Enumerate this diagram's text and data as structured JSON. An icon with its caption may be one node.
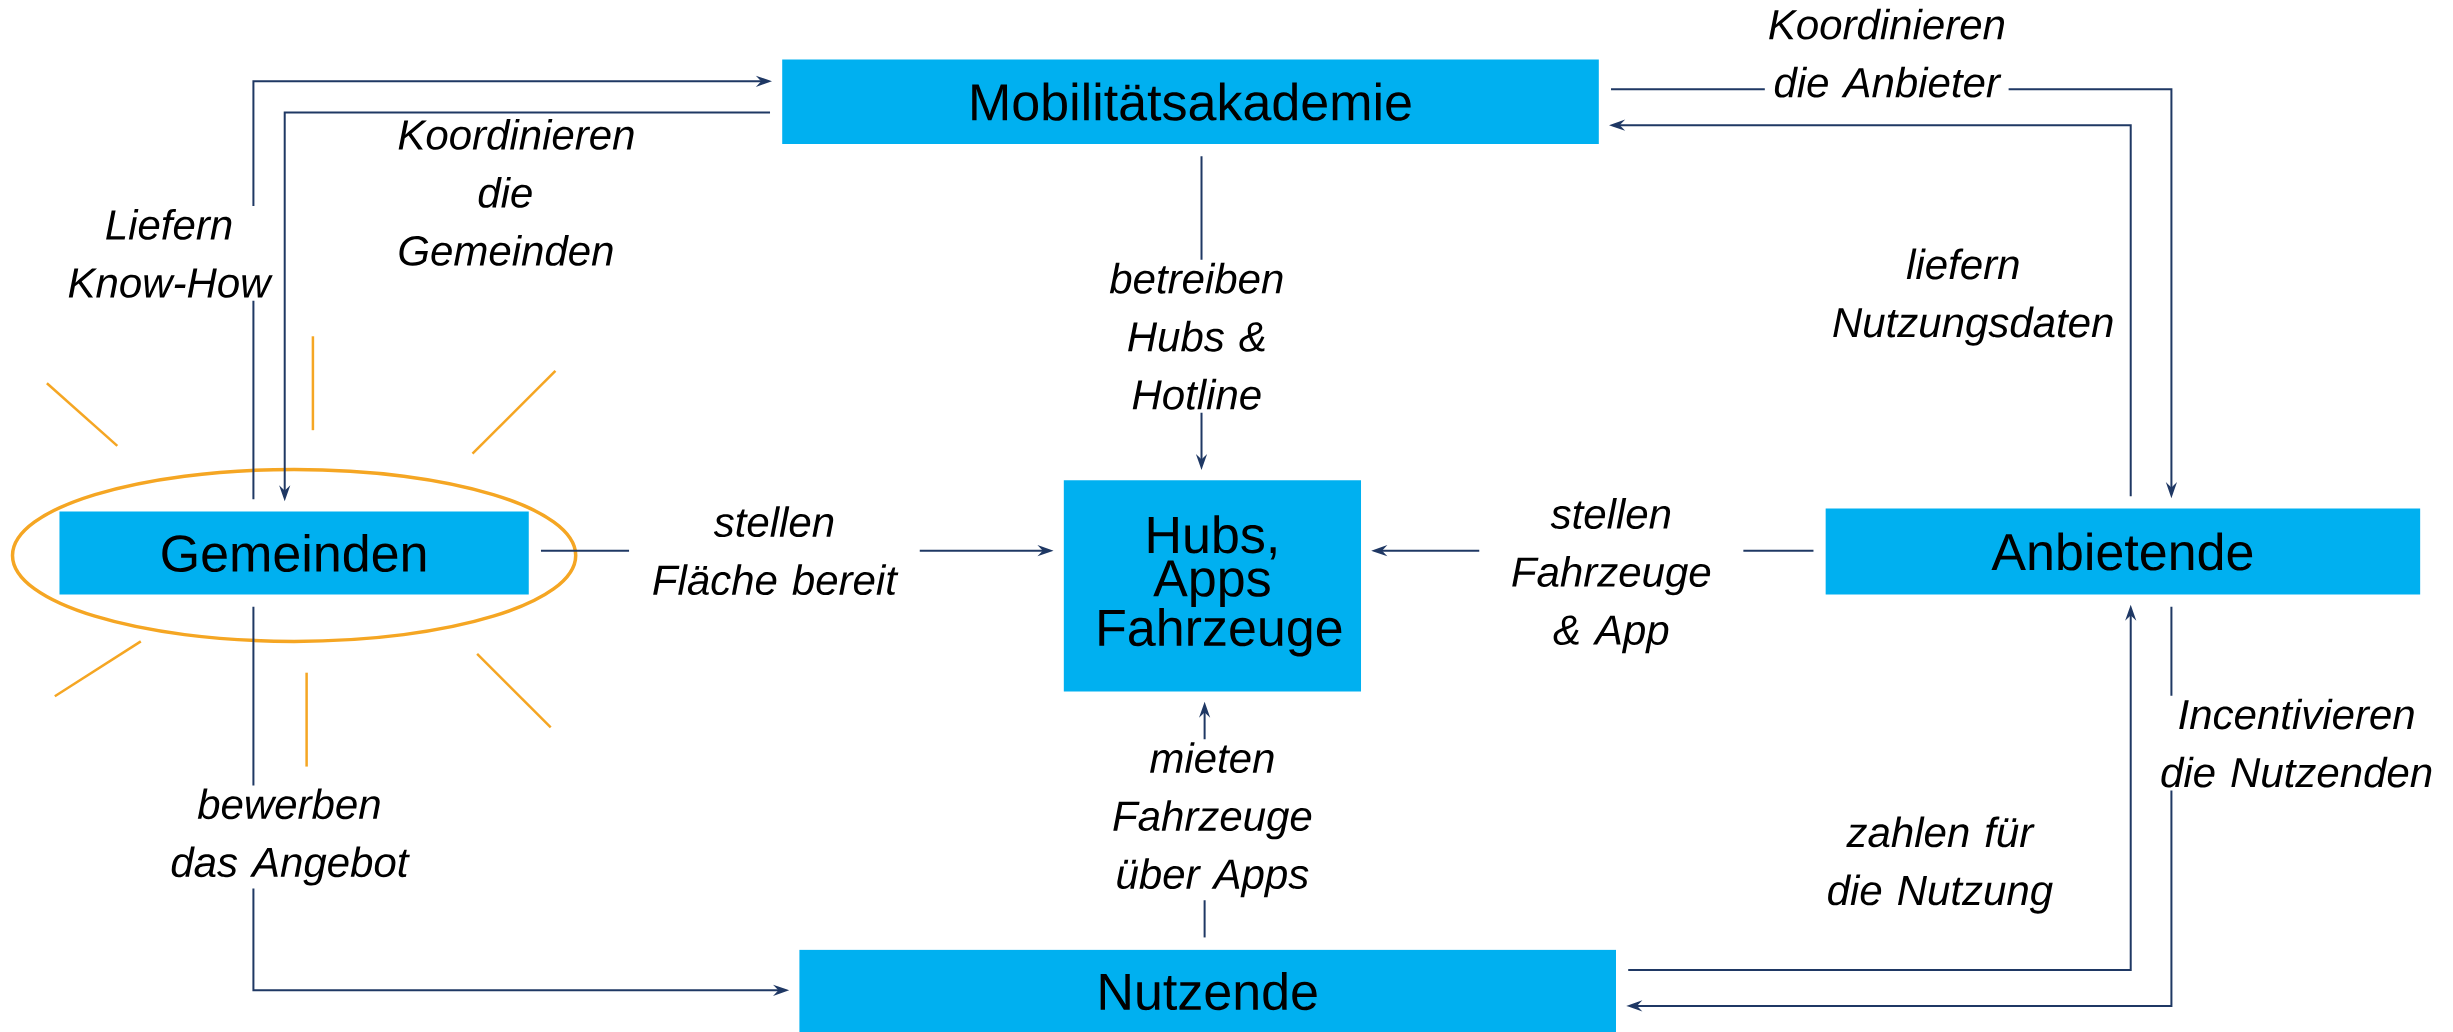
{
  "diagram": {
    "nodes": [
      {
        "text": [
          "Mobilitätsakademie"
        ]
      },
      {
        "text": [
          "Gemeinden"
        ]
      },
      {
        "text": [
          "Hubs, Apps Fahrzeuge"
        ]
      },
      {
        "text": [
          "Anbietende"
        ]
      },
      {
        "text": [
          "Nutzende"
        ]
      }
    ],
    "edges": [
      {
        "from": 1,
        "to": 0,
        "arrow": "to",
        "label": "Liefern Know-How"
      },
      {
        "from": 0,
        "to": 1,
        "arrow": "to",
        "label": "Koordinieren die Gemeinden"
      },
      {
        "from": 0,
        "to": 2,
        "arrow": "to",
        "label": "betreiben Hubs & Hotline"
      },
      {
        "from": 1,
        "to": 2,
        "arrow": "to",
        "label": "stellen Fläche bereit"
      },
      {
        "from": 3,
        "to": 2,
        "arrow": "to",
        "label": "stellen Fahrzeuge & App"
      },
      {
        "from": 0,
        "to": 3,
        "arrow": "to",
        "label": "Koordinieren die Anbieter"
      },
      {
        "from": 3,
        "to": 0,
        "arrow": "to",
        "label": "liefern Nutzungsdaten"
      },
      {
        "from": 4,
        "to": 2,
        "arrow": "to",
        "label": "mieten Fahrzeuge über Apps"
      },
      {
        "from": 1,
        "to": 4,
        "arrow": "to",
        "label": "bewerben das Angebot"
      },
      {
        "from": 4,
        "to": 3,
        "arrow": "to",
        "label": "zahlen für die Nutzung"
      },
      {
        "from": 3,
        "to": 4,
        "arrow": "to",
        "label": "Incentivieren die Nutzenden"
      }
    ]
  }
}
